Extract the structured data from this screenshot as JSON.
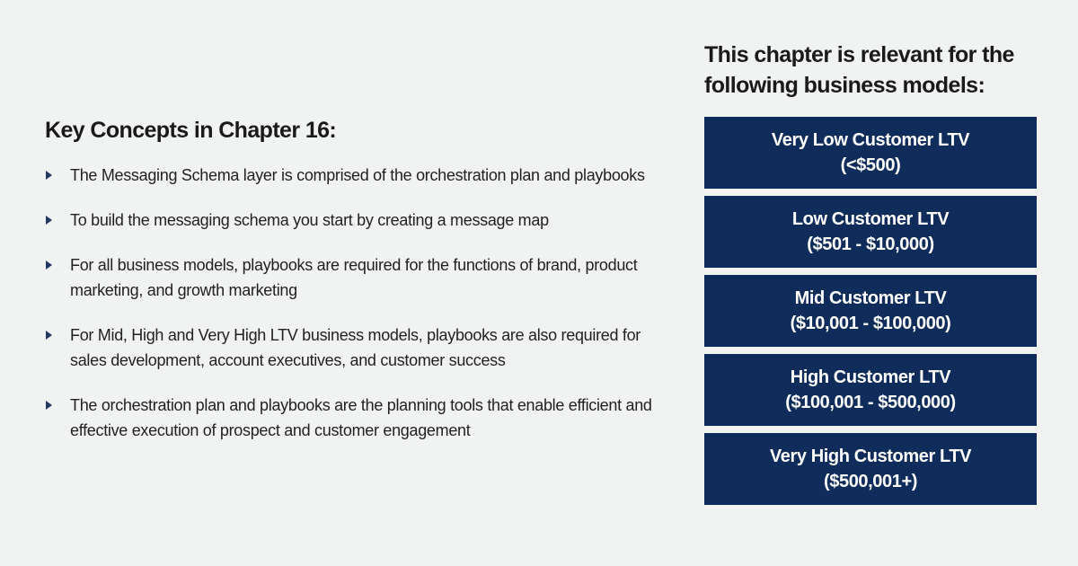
{
  "left": {
    "heading": "Key Concepts in Chapter 16:",
    "bullets": [
      "The Messaging Schema layer is comprised of the orchestration plan and playbooks",
      "To build the messaging schema you start by creating a message map",
      "For all business models, playbooks are required for the functions of brand, product marketing, and growth marketing",
      "For Mid, High and Very High LTV business models, playbooks are also required for sales development, account executives, and customer success",
      "The orchestration plan and playbooks are the planning tools that enable efficient and effective execution of prospect and customer engagement"
    ]
  },
  "right": {
    "heading": "This chapter is relevant for the following business models:",
    "models": [
      {
        "name": "Very Low Customer LTV",
        "range": "(<$500)"
      },
      {
        "name": "Low Customer LTV",
        "range": "($501 - $10,000)"
      },
      {
        "name": "Mid Customer LTV",
        "range": "($10,001 - $100,000)"
      },
      {
        "name": "High Customer LTV",
        "range": "($100,001 - $500,000)"
      },
      {
        "name": "Very High Customer LTV",
        "range": "($500,001+)"
      }
    ]
  },
  "colors": {
    "background": "#f1f2f2",
    "box": "#0f2c5a",
    "bullet": "#1f3864",
    "text": "#231f20"
  }
}
